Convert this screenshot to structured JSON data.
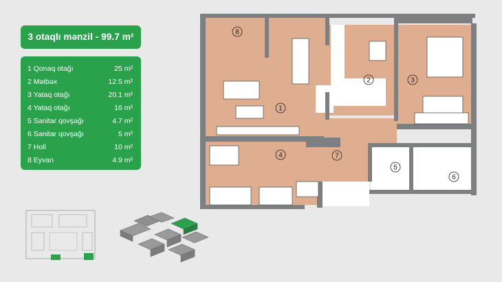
{
  "title": "3 otaqlı mənzil - 99.7 m²",
  "rooms": [
    {
      "label": "1 Qonaq otağı",
      "area": "25 m²"
    },
    {
      "label": "2 Mətbəx",
      "area": "12.5 m²"
    },
    {
      "label": "3 Yataq otağı",
      "area": "20.1 m²"
    },
    {
      "label": "4 Yataq otağı",
      "area": "16 m²"
    },
    {
      "label": "5 Sanitar qovşağı",
      "area": "4.7 m²"
    },
    {
      "label": "6 Sanitar qovşağı",
      "area": "5 m²"
    },
    {
      "label": "7 Holl",
      "area": "10 m²"
    },
    {
      "label": "8 Eyvan",
      "area": "4.9 m²"
    }
  ],
  "plan_numbers": [
    "1",
    "2",
    "3",
    "4",
    "5",
    "6",
    "7",
    "8"
  ],
  "colors": {
    "accent": "#2aa14b",
    "background": "#e9e9e9",
    "room_fill": "#dfae91",
    "wall": "#7d7f81",
    "floor_neutral": "#ffffff"
  }
}
